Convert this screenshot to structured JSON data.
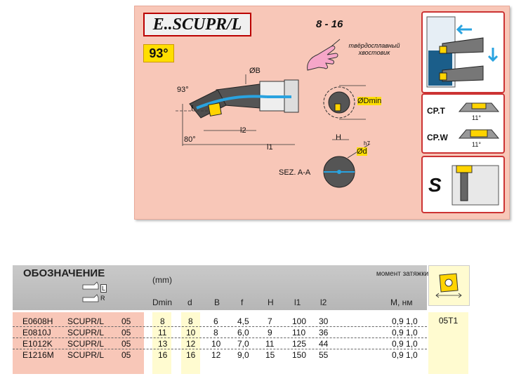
{
  "drawing": {
    "code": "E..SCUPR/L",
    "angle_badge": "93°",
    "size_range": "8 -  16",
    "carbide_note": "твёрдосплавный хвостовик",
    "labels": {
      "diameter_b": "ØB",
      "angle_93": "93°",
      "f": "f",
      "l2": "l2",
      "l1": "l1",
      "angle_80": "80°",
      "dmin": "ØDmin",
      "h": "H",
      "h7": "h7",
      "d": "Ød",
      "section": "SEZ. A-A"
    },
    "cp_t": "CP.T",
    "cp_w": "CP.W",
    "cp_angle": "11°",
    "s_letter": "S"
  },
  "table": {
    "designation": "ОБОЗНАЧЕНИЕ",
    "hand_l": "L",
    "hand_r": "R",
    "unit": "(mm)",
    "torque_label": "момент затяжки",
    "columns": [
      "Dmin",
      "d",
      "B",
      "f",
      "H",
      "l1",
      "l2",
      "M, нм"
    ],
    "rows": [
      {
        "code": "E0608H",
        "type": "SCUPR/L",
        "insert": "05",
        "dmin": "8",
        "d": "8",
        "b": "6",
        "f": "4,5",
        "h": "7",
        "l1": "100",
        "l2": "30",
        "m": "0,9 1,0"
      },
      {
        "code": "E0810J",
        "type": "SCUPR/L",
        "insert": "05",
        "dmin": "11",
        "d": "10",
        "b": "8",
        "f": "6,0",
        "h": "9",
        "l1": "110",
        "l2": "36",
        "m": "0,9 1,0"
      },
      {
        "code": "E1012K",
        "type": "SCUPR/L",
        "insert": "05",
        "dmin": "13",
        "d": "12",
        "b": "10",
        "f": "7,0",
        "h": "11",
        "l1": "125",
        "l2": "44",
        "m": "0,9 1,0"
      },
      {
        "code": "E1216M",
        "type": "SCUPR/L",
        "insert": "05",
        "dmin": "16",
        "d": "16",
        "b": "12",
        "f": "9,0",
        "h": "15",
        "l1": "150",
        "l2": "55",
        "m": "0,9 1,0"
      }
    ],
    "insert_code": "05T1"
  }
}
